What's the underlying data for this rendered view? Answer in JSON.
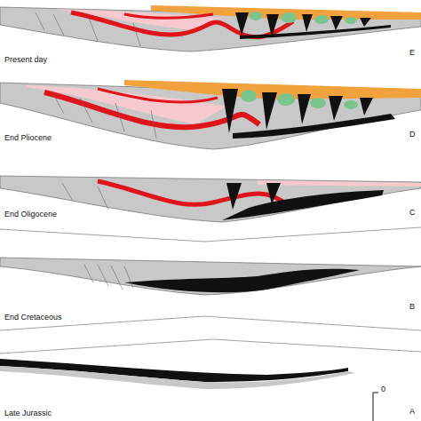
{
  "diagram": {
    "labels": [
      "Present day",
      "E",
      "End Pliocene",
      "D",
      "End Oligocene",
      "C",
      "End Cretaceous",
      "B",
      "Late Jurassic",
      "A",
      "0"
    ]
  }
}
